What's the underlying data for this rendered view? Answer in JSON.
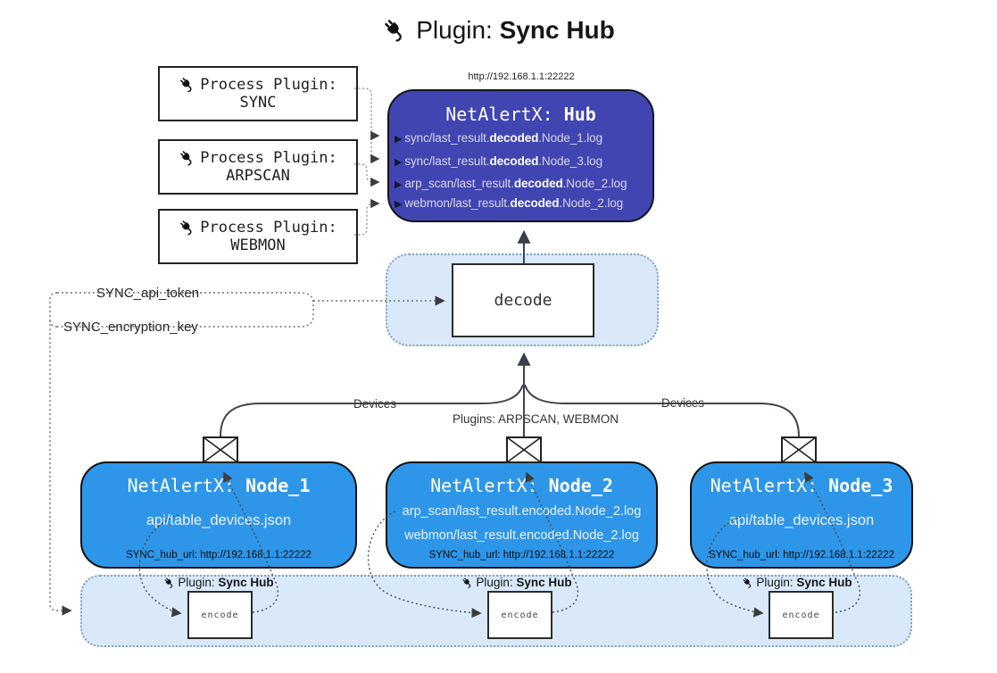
{
  "title": {
    "prefix": "Plugin:",
    "name": "Sync Hub"
  },
  "hub": {
    "url": "http://192.168.1.1:22222",
    "title_prefix": "NetAlertX:",
    "title_name": "Hub",
    "lines": [
      {
        "pre": "sync/last_result.",
        "bold": "decoded",
        "post": ".Node_1.log"
      },
      {
        "pre": "sync/last_result.",
        "bold": "decoded",
        "post": ".Node_3.log"
      },
      {
        "pre": "arp_scan/last_result.",
        "bold": "decoded",
        "post": ".Node_2.log"
      },
      {
        "pre": "webmon/last_result.",
        "bold": "decoded",
        "post": ".Node_2.log"
      }
    ]
  },
  "process_plugins": [
    {
      "label": "Process Plugin:",
      "name": "SYNC"
    },
    {
      "label": "Process Plugin:",
      "name": "ARPSCAN"
    },
    {
      "label": "Process Plugin:",
      "name": "WEBMON"
    }
  ],
  "decode_label": "decode",
  "tokens": {
    "api_token": "SYNC_api_token",
    "encryption_key": "SYNC_encryption_key"
  },
  "edges": {
    "devices_left": "Devices",
    "devices_right": "Devices",
    "plugins_label": "Plugins: ARPSCAN, WEBMON"
  },
  "nodes": [
    {
      "title_prefix": "NetAlertX:",
      "title_name": "Node_1",
      "lines": [
        "api/table_devices.json"
      ],
      "hub_url": "SYNC_hub_url: http://192.168.1.1:22222"
    },
    {
      "title_prefix": "NetAlertX:",
      "title_name": "Node_2",
      "lines": [
        "arp_scan/last_result.encoded.Node_2.log",
        "webmon/last_result.encoded.Node_2.log"
      ],
      "hub_url": "SYNC_hub_url: http://192.168.1.1:22222"
    },
    {
      "title_prefix": "NetAlertX:",
      "title_name": "Node_3",
      "lines": [
        "api/table_devices.json"
      ],
      "hub_url": "SYNC_hub_url: http://192.168.1.1:22222"
    }
  ],
  "encoders": [
    {
      "plugin_prefix": "Plugin:",
      "plugin_name": "Sync Hub",
      "label": "encode"
    },
    {
      "plugin_prefix": "Plugin:",
      "plugin_name": "Sync Hub",
      "label": "encode"
    },
    {
      "plugin_prefix": "Plugin:",
      "plugin_name": "Sync Hub",
      "label": "encode"
    }
  ],
  "icons": {
    "plug": "plug-icon",
    "envelope": "message-envelope-icon",
    "line_arrow": "▶"
  },
  "colors": {
    "hub": "#4145b2",
    "node": "#2e96e8",
    "band": "#d9e9fa",
    "band_border": "#84a0bd",
    "line": "#3f4450"
  }
}
